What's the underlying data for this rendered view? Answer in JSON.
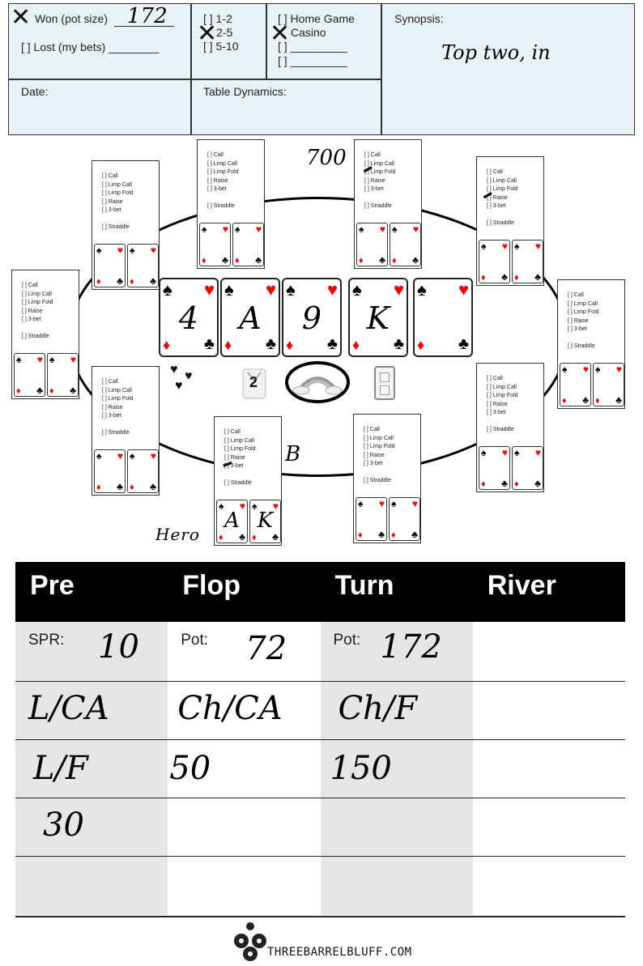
{
  "header": {
    "won_label": "Won (pot size)",
    "won_value": "172",
    "lost_label": "[ ] Lost (my bets) ________",
    "stakes": [
      "[ ] 1-2",
      "2-5",
      "[ ] 5-10"
    ],
    "venue": [
      "[ ] Home Game",
      "Casino",
      "[ ] _________",
      "[ ] _________"
    ],
    "synopsis_label": "Synopsis:",
    "synopsis_value": "Top two, in",
    "date_label": "Date:",
    "dynamics_label": "Table Dynamics:"
  },
  "seat_options": [
    "[ ] Call",
    "[ ] Limp Call",
    "[ ] Limp Fold",
    "[ ] Raise",
    "[ ] 3-bet",
    "[ ] Straddle"
  ],
  "table": {
    "annotation_700": "700",
    "annotation_b": "B",
    "hero_label": "Hero",
    "hero_cards": [
      "A",
      "K"
    ],
    "board": [
      "4",
      "A",
      "9",
      "K",
      ""
    ],
    "players_count": "2"
  },
  "actions": {
    "streets": [
      "Pre",
      "Flop",
      "Turn",
      "River"
    ],
    "spr_label": "SPR:",
    "spr_value": "10",
    "flop_pot_label": "Pot:",
    "flop_pot_value": "72",
    "turn_pot_label": "Pot:",
    "turn_pot_value": "172",
    "row2": [
      "L/CA",
      "Ch/CA",
      "Ch/F"
    ],
    "row3": [
      "L/F",
      "50",
      "150"
    ],
    "row4": [
      "30"
    ]
  },
  "footer": {
    "brand": "THREEBARRELBLUFF.COM"
  }
}
